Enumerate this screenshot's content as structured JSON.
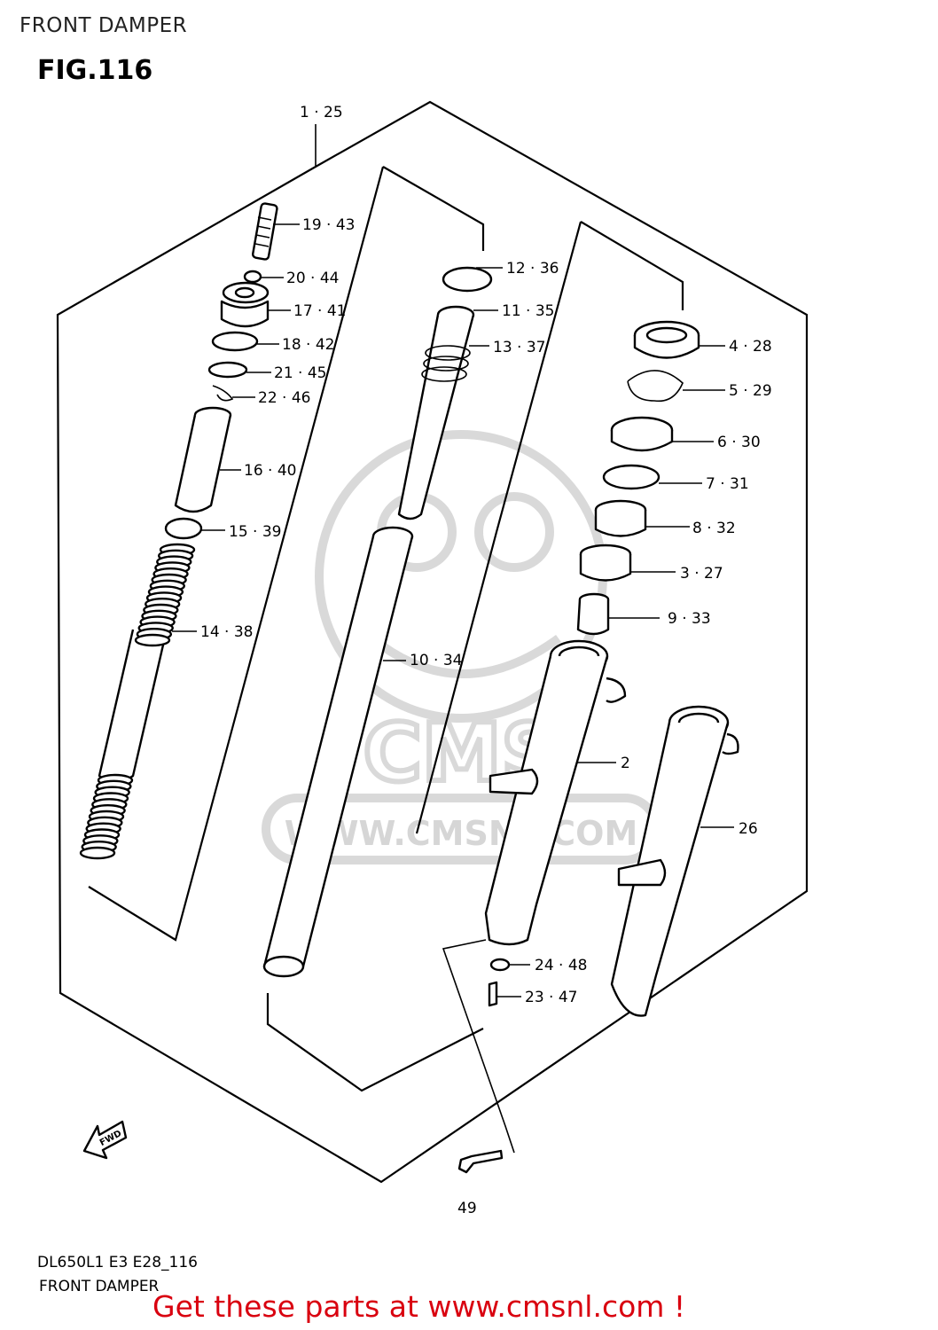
{
  "header": {
    "section": "FRONT DAMPER",
    "figure": "FIG.116"
  },
  "diagram": {
    "callouts": [
      {
        "id": "c-1-25",
        "text": "1 · 25"
      },
      {
        "id": "c-19-43",
        "text": "19 · 43"
      },
      {
        "id": "c-20-44",
        "text": "20 · 44"
      },
      {
        "id": "c-17-41",
        "text": "17 · 41"
      },
      {
        "id": "c-18-42",
        "text": "18 · 42"
      },
      {
        "id": "c-21-45",
        "text": "21 · 45"
      },
      {
        "id": "c-22-46",
        "text": "22 · 46"
      },
      {
        "id": "c-16-40",
        "text": "16 · 40"
      },
      {
        "id": "c-15-39",
        "text": "15 · 39"
      },
      {
        "id": "c-14-38",
        "text": "14 · 38"
      },
      {
        "id": "c-12-36",
        "text": "12 · 36"
      },
      {
        "id": "c-11-35",
        "text": "11 · 35"
      },
      {
        "id": "c-13-37",
        "text": "13 · 37"
      },
      {
        "id": "c-10-34",
        "text": "10 · 34"
      },
      {
        "id": "c-4-28",
        "text": "4 · 28"
      },
      {
        "id": "c-5-29",
        "text": "5 · 29"
      },
      {
        "id": "c-6-30",
        "text": "6 · 30"
      },
      {
        "id": "c-7-31",
        "text": "7 · 31"
      },
      {
        "id": "c-8-32",
        "text": "8 · 32"
      },
      {
        "id": "c-3-27",
        "text": "3 · 27"
      },
      {
        "id": "c-9-33",
        "text": "9 · 33"
      },
      {
        "id": "c-2",
        "text": "2"
      },
      {
        "id": "c-26",
        "text": "26"
      },
      {
        "id": "c-24-48",
        "text": "24 · 48"
      },
      {
        "id": "c-23-47",
        "text": "23 · 47"
      },
      {
        "id": "c-49",
        "text": "49"
      }
    ],
    "fwd_arrow_label": "FWD",
    "watermark_text": "WWW.CMSNL.COM",
    "watermark_logo": "CMS"
  },
  "footer": {
    "code": "DL650L1 E3 E28_116",
    "caption": "FRONT DAMPER",
    "promo": "Get these parts at www.cmsnl.com !"
  },
  "colors": {
    "promo": "#d9000f",
    "watermark": "#d9d9d9",
    "ink": "#000000"
  }
}
